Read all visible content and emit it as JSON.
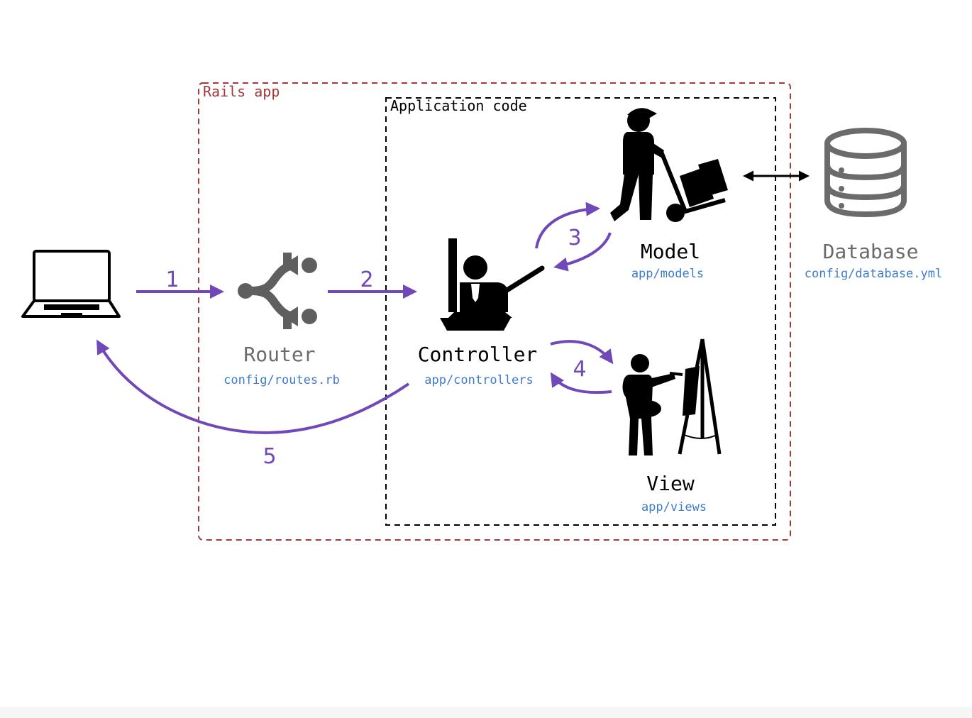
{
  "containers": {
    "rails_app": "Rails app",
    "application_code": "Application code"
  },
  "components": {
    "router": {
      "label": "Router",
      "path": "config/routes.rb"
    },
    "controller": {
      "label": "Controller",
      "path": "app/controllers"
    },
    "model": {
      "label": "Model",
      "path": "app/models"
    },
    "view": {
      "label": "View",
      "path": "app/views"
    },
    "database": {
      "label": "Database",
      "path": "config/database.yml"
    }
  },
  "steps": [
    "1",
    "2",
    "3",
    "4",
    "5"
  ],
  "icons": {
    "client": "laptop-icon",
    "router": "router-branch-icon",
    "controller": "director-chair-icon",
    "model": "delivery-worker-icon",
    "view": "painter-easel-icon",
    "database": "database-icon"
  },
  "colors": {
    "rails_box": "#a33a3a",
    "app_box": "#000000",
    "arrow": "#7048b8",
    "path_text": "#3d7cc9",
    "muted_text": "#6b6b6b",
    "main_text": "#000000"
  }
}
